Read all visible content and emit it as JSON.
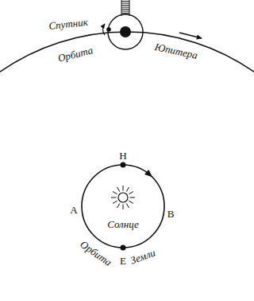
{
  "diagram": {
    "labels": [
      "Спутник",
      "Орбита",
      "Юпитера",
      "Н",
      "А",
      "В",
      "Солнце",
      "Орбита",
      "Земли",
      "Е"
    ]
  }
}
